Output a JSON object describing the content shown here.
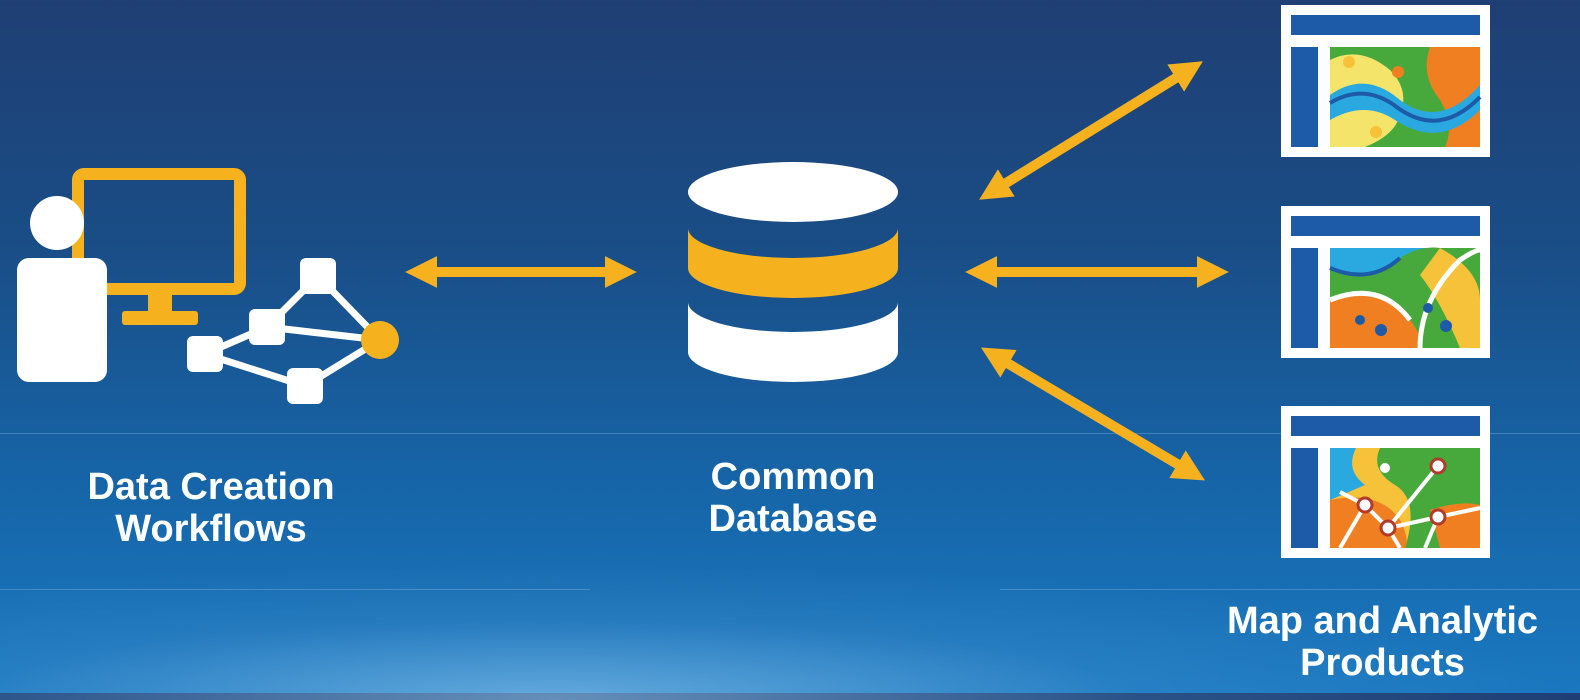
{
  "nodes": {
    "left": {
      "line1": "Data Creation",
      "line2": "Workflows",
      "icon": "workstation-network-icon"
    },
    "center": {
      "line1": "Common",
      "line2": "Database",
      "icon": "database-icon"
    },
    "right": {
      "line1": "Map and Analytic",
      "line2": "Products",
      "icon": "map-product-icon"
    }
  },
  "colors": {
    "accent": "#f5b11e",
    "background_top": "#1f3f74",
    "background_bottom": "#1a78c0",
    "panel_blue": "#1d5ba8",
    "map_green": "#47a93b",
    "map_orange": "#f07f21",
    "map_yellow": "#f5c23a",
    "map_light_blue": "#2aa9e0"
  }
}
